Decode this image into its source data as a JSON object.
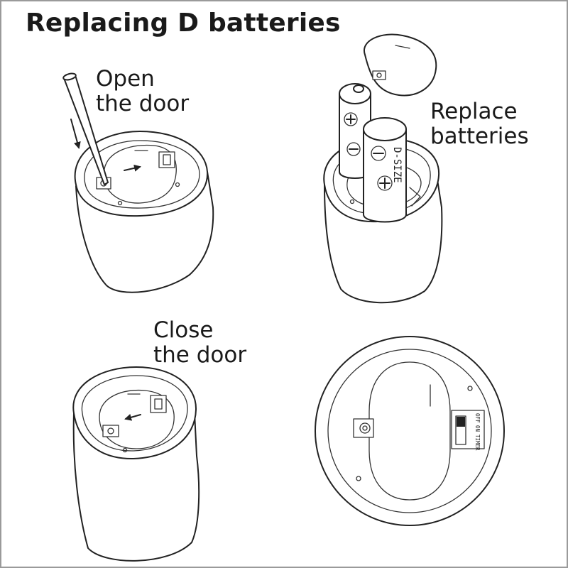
{
  "title": "Replacing D batteries",
  "steps": [
    {
      "label_line1": "Open",
      "label_line2": "the door"
    },
    {
      "label_line1": "Replace",
      "label_line2": "batteries"
    },
    {
      "label_line1": "Close",
      "label_line2": "the door"
    }
  ],
  "battery_label": "D-SIZE",
  "switch_labels": [
    "OFF",
    "ON",
    "TIMER"
  ],
  "colors": {
    "line": "#222222",
    "frame": "#9a9a9a",
    "background": "#ffffff"
  }
}
